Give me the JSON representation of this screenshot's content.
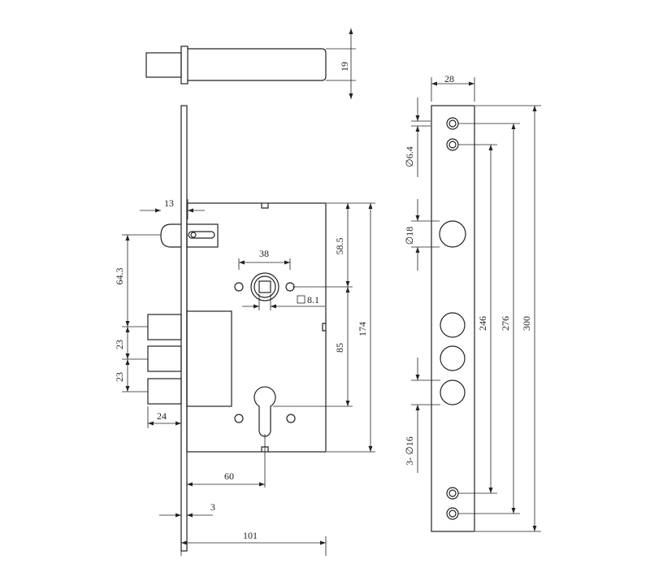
{
  "dimensions": {
    "d19": "19",
    "d13": "13",
    "d38": "38",
    "d58_5": "58.5",
    "d64_3": "64.3",
    "d8_1": "8.1",
    "d8_1_symbol": "□",
    "d174": "174",
    "d85": "85",
    "d23a": "23",
    "d23b": "23",
    "d24": "24",
    "d60": "60",
    "d3": "3",
    "d101": "101",
    "d28": "28",
    "d6_4": "6.4",
    "d18": "18",
    "d16": "16",
    "d16_prefix": "3-",
    "dia_symbol": "∅",
    "d246": "246",
    "d276": "276",
    "d300": "300"
  },
  "colors": {
    "line": "#222222",
    "background": "#ffffff"
  }
}
